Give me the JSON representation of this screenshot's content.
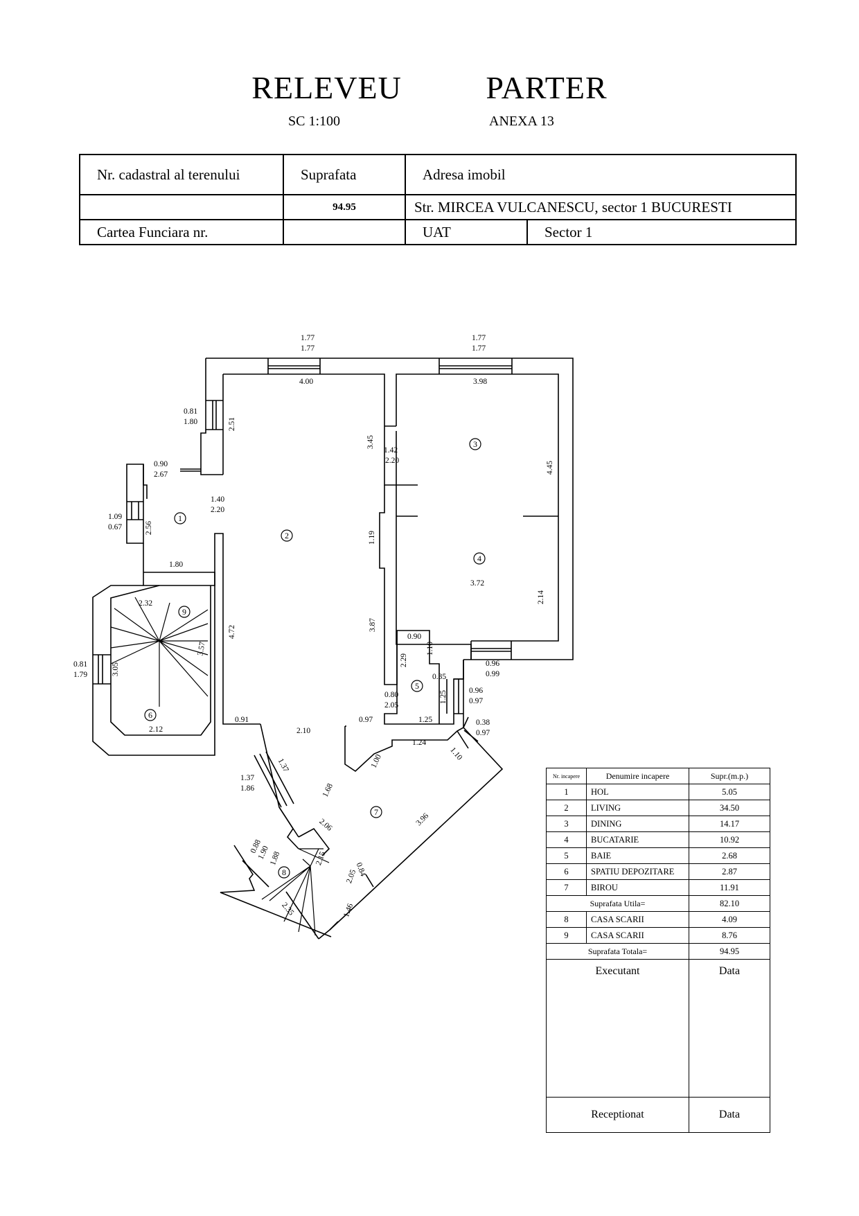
{
  "header": {
    "title": "RELEVEU   PARTER",
    "scale": "SC 1:100",
    "annex": "ANEXA 13"
  },
  "info": {
    "cadastral_label": "Nr. cadastral al terenului",
    "area_label": "Suprafata",
    "address_label": "Adresa imobil",
    "area_value": "94.95",
    "address_value": "Str. MIRCEA VULCANESCU,  sector 1  BUCURESTI",
    "land_book_label": "Cartea Funciara  nr.",
    "uat_label": "UAT",
    "uat_value": "Sector 1"
  },
  "plan": {
    "dims": {
      "d1": "1.77",
      "d2": "1.77",
      "d3": "1.77",
      "d4": "1.77",
      "d5": "4.00",
      "d6": "3.98",
      "d7": "0.81",
      "d8": "1.80",
      "d9": "2.51",
      "d10": "0.90",
      "d11": "2.67",
      "d12": "3.45",
      "d13": "1.42",
      "d14": "2.20",
      "d15": "4.45",
      "d16": "1.40",
      "d17": "2.20",
      "d18": "1.09",
      "d19": "0.67",
      "d20": "2.56",
      "d21": "1.19",
      "d22": "3.72",
      "d23": "2.14",
      "d24": "1.80",
      "d25": "2.32",
      "d26": "3.57",
      "d27": "4.72",
      "d28": "3.87",
      "d29": "0.90",
      "d30": "1.10",
      "d31": "2.29",
      "d32": "0.96",
      "d33": "0.99",
      "d34": "0.81",
      "d35": "1.79",
      "d36": "3.05",
      "d37": "0.35",
      "d38": "1.25",
      "d39": "0.96",
      "d40": "0.97",
      "d41": "0.80",
      "d42": "2.05",
      "d43": "2.12",
      "d44": "0.91",
      "d45": "2.10",
      "d46": "0.97",
      "d47": "1.25",
      "d48": "0.38",
      "d49": "0.97",
      "d50": "1.24",
      "d51": "1.00",
      "d52": "1.10",
      "d53": "1.37",
      "d54": "1.37",
      "d55": "1.86",
      "d56": "1.68",
      "d57": "3.96",
      "d58": "2.06",
      "d59": "0.88",
      "d60": "1.90",
      "d61": "1.88",
      "d62": "2.15",
      "d63": "0.84",
      "d64": "2.05",
      "d65": "2.35",
      "d66": "1.46"
    },
    "room_numbers": [
      "1",
      "2",
      "3",
      "4",
      "5",
      "6",
      "7",
      "8",
      "9"
    ]
  },
  "rooms_table": {
    "headers": {
      "nr": "Nr. incapere",
      "name": "Denumire incapere",
      "area": "Supr.(m.p.)"
    },
    "rows": [
      {
        "nr": "1",
        "name": "HOL",
        "area": "5.05"
      },
      {
        "nr": "2",
        "name": "LIVING",
        "area": "34.50"
      },
      {
        "nr": "3",
        "name": "DINING",
        "area": "14.17"
      },
      {
        "nr": "4",
        "name": "BUCATARIE",
        "area": "10.92"
      },
      {
        "nr": "5",
        "name": "BAIE",
        "area": "2.68"
      },
      {
        "nr": "6",
        "name": "SPATIU DEPOZITARE",
        "area": "2.87"
      },
      {
        "nr": "7",
        "name": "BIROU",
        "area": "11.91"
      }
    ],
    "useful_label": "Suprafata Utila=",
    "useful_value": "82.10",
    "rows2": [
      {
        "nr": "8",
        "name": "CASA SCARII",
        "area": "4.09"
      },
      {
        "nr": "9",
        "name": "CASA SCARII",
        "area": "8.76"
      }
    ],
    "total_label": "Suprafata Totala=",
    "total_value": "94.95",
    "executant": "Executant",
    "data1": "Data",
    "receptionat": "Receptionat",
    "data2": "Data"
  }
}
